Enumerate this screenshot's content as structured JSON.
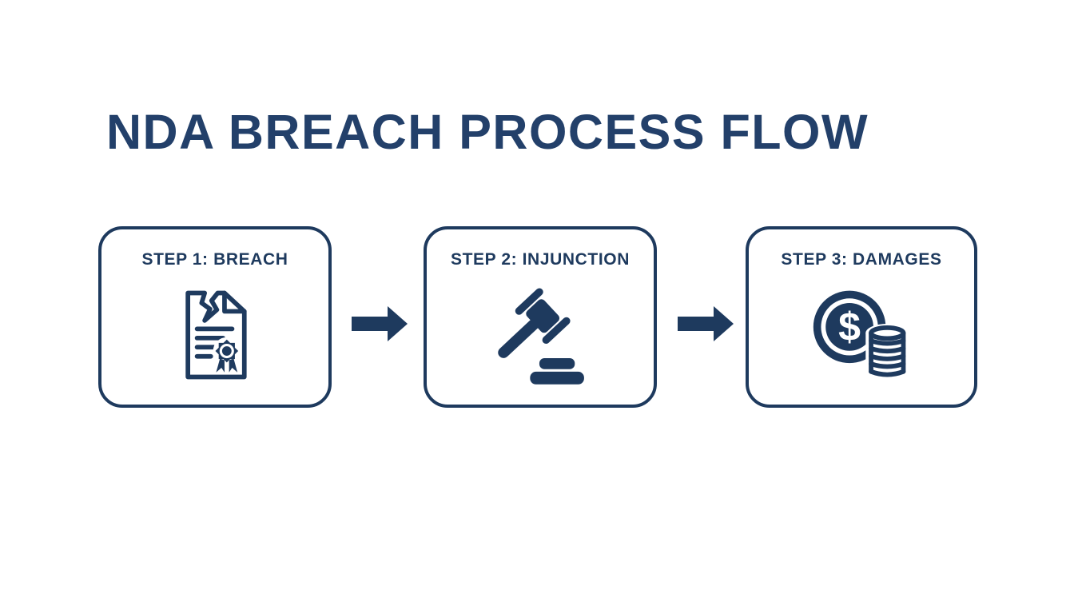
{
  "title": "NDA BREACH PROCESS FLOW",
  "colors": {
    "navy": "#1e3a5e",
    "title_navy": "#23406a",
    "background": "#ffffff"
  },
  "steps": [
    {
      "label": "STEP 1: BREACH",
      "icon": "torn-contract-icon"
    },
    {
      "label": "STEP 2: INJUNCTION",
      "icon": "gavel-icon"
    },
    {
      "label": "STEP 3: DAMAGES",
      "icon": "dollar-coins-icon"
    }
  ],
  "connectors": [
    {
      "icon": "arrow-right-icon"
    },
    {
      "icon": "arrow-right-icon"
    }
  ]
}
